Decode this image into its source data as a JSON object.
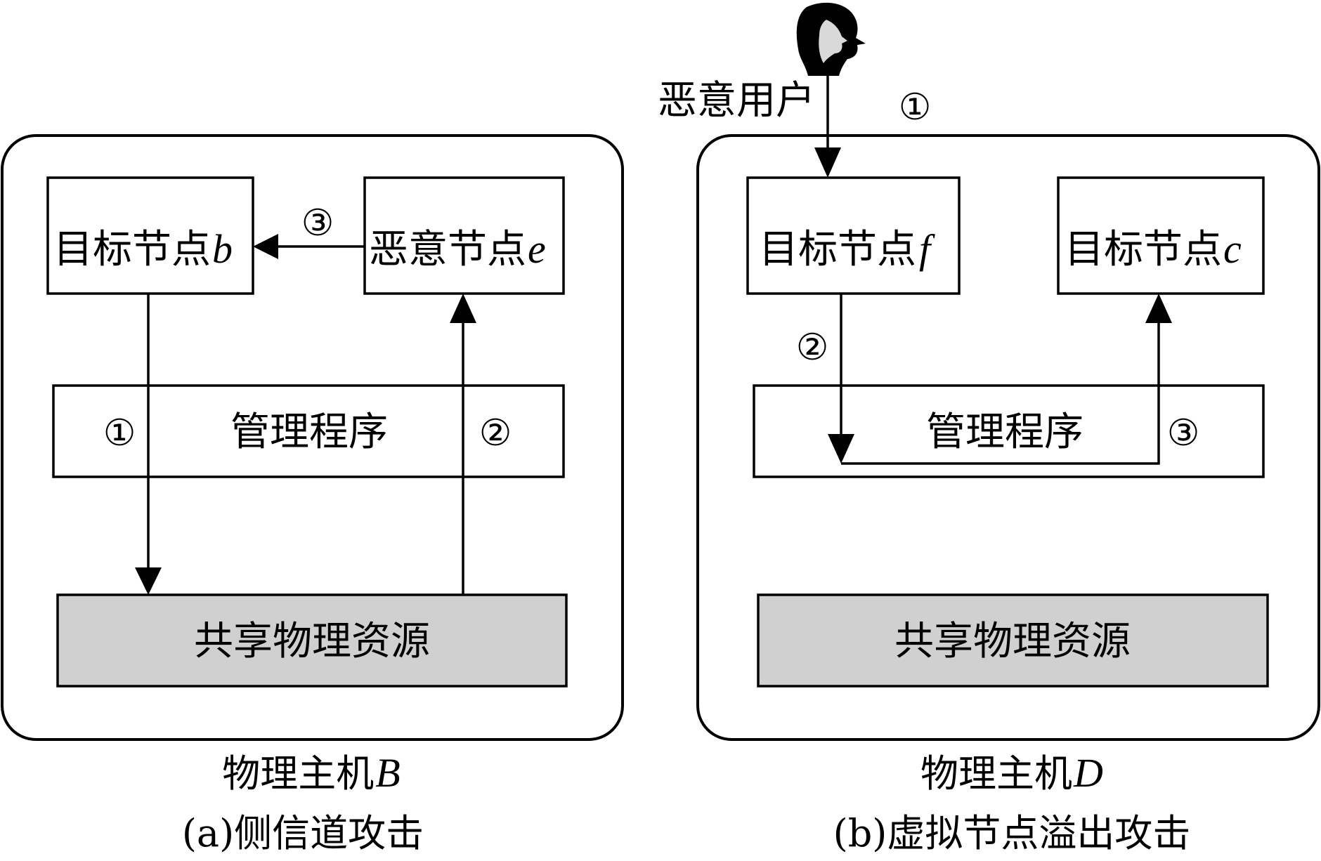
{
  "panel_a": {
    "caption": "(a)侧信道攻击",
    "host": {
      "label": "物理主机",
      "var": "B"
    },
    "target_node": {
      "label": "目标节点",
      "var": "b"
    },
    "malicious_node": {
      "label": "恶意节点",
      "var": "e"
    },
    "hypervisor": "管理程序",
    "shared_resource": "共享物理资源",
    "steps": [
      "①",
      "②",
      "③"
    ]
  },
  "panel_b": {
    "caption": "(b)虚拟节点溢出攻击",
    "host": {
      "label": "物理主机",
      "var": "D"
    },
    "target_node_f": {
      "label": "目标节点",
      "var": "f"
    },
    "target_node_c": {
      "label": "目标节点",
      "var": "c"
    },
    "hypervisor": "管理程序",
    "shared_resource": "共享物理资源",
    "malicious_user": "恶意用户",
    "user_icon": "user-silhouette-icon",
    "steps": [
      "①",
      "②",
      "③"
    ]
  }
}
